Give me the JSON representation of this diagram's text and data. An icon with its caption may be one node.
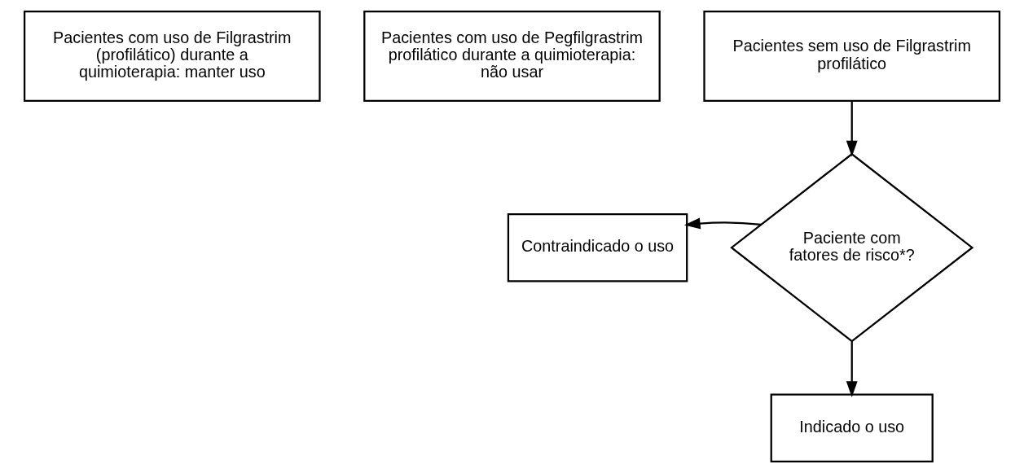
{
  "diagram": {
    "nodes": [
      {
        "text": [
          "Pacientes com uso de Filgrastrim (profilático) durante a quimioterapia: manter uso"
        ]
      },
      {
        "text": [
          "Pacientes com uso de Pegfilgrastrim profilático durante a quimioterapia: não usar"
        ]
      },
      {
        "text": [
          "Pacientes sem uso de Filgrastrim profilático"
        ]
      },
      {
        "text": [
          "Paciente com fatores de risco*?"
        ]
      },
      {
        "text": [
          "Contraindicado o uso"
        ]
      },
      {
        "text": [
          "Indicado o uso"
        ]
      }
    ],
    "edges": [
      {
        "from": 2,
        "to": 3,
        "arrow": "to"
      },
      {
        "from": 3,
        "to": 4,
        "arrow": "to"
      },
      {
        "from": 3,
        "to": 5,
        "arrow": "to"
      }
    ]
  }
}
